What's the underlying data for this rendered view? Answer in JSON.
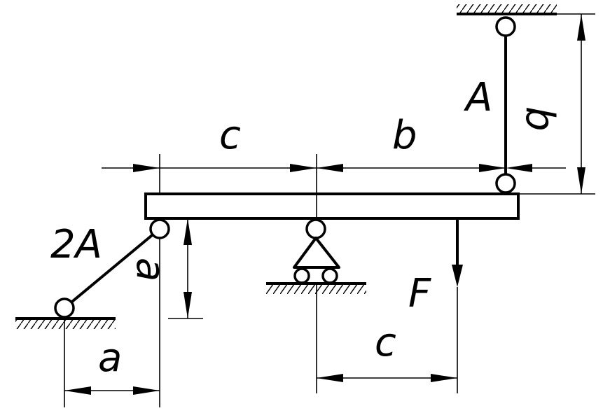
{
  "labels": {
    "c_top": "c",
    "b_top": "b",
    "b_right": "b",
    "A": "A",
    "twoA": "2A",
    "a_diag": "a",
    "a_bottom": "a",
    "F": "F",
    "c_bottom": "c"
  },
  "color": "#000000"
}
